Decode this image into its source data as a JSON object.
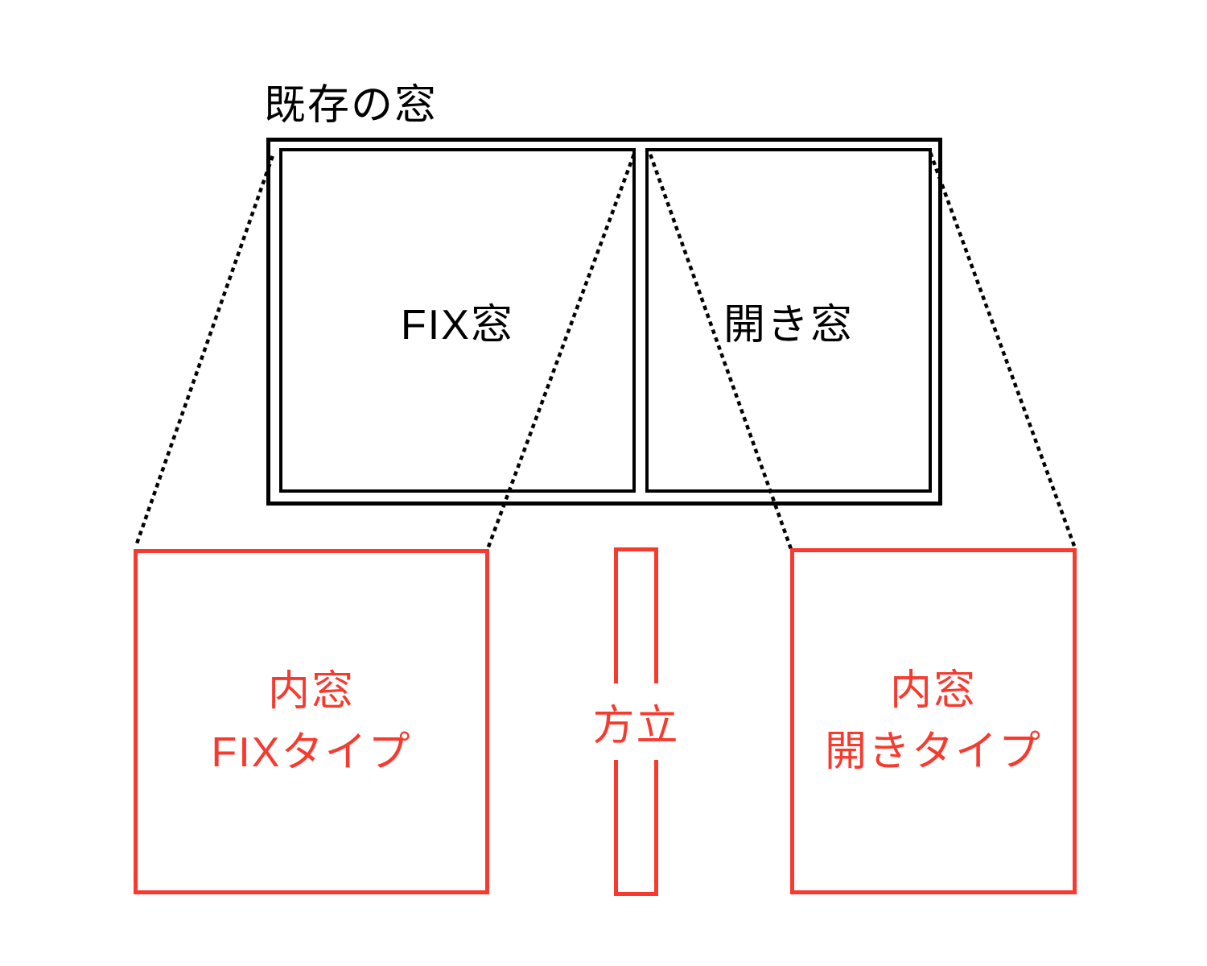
{
  "colors": {
    "black": "#000000",
    "red": "#f83a2e",
    "background": "#ffffff"
  },
  "existing_window": {
    "title": "既存の窓",
    "panes": [
      {
        "label": "FIX窓"
      },
      {
        "label": "開き窓"
      }
    ]
  },
  "inner_windows": {
    "fix_box": {
      "line1": "内窓",
      "line2": "FIXタイプ"
    },
    "mullion": {
      "label": "方立"
    },
    "open_box": {
      "line1": "内窓",
      "line2": "開きタイプ"
    }
  }
}
